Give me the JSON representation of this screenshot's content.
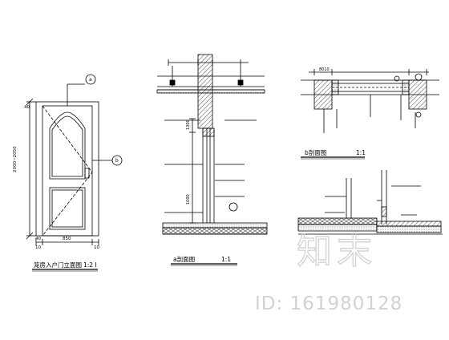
{
  "drawing": {
    "door_elevation": {
      "title": "笼房入户门立面图",
      "scale": "1:2 I",
      "dim_height": "2000~2050",
      "dim_width": "850",
      "dim_left": "40",
      "dim_left_bottom": "10",
      "dim_right_bottom": "10",
      "dim_frame": "40",
      "callout_a": "a",
      "callout_b": "b"
    },
    "section_a": {
      "title": "a剖面图",
      "scale": "1:1",
      "dim_upper": "1300",
      "dim_lower": "1000"
    },
    "section_b": {
      "title": "b剖面图",
      "scale": "1:1",
      "dim_top": "8010"
    },
    "detail": {}
  },
  "watermark": {
    "logo": "知末",
    "id_text": "ID: 161980128"
  },
  "colors": {
    "line": "#000000",
    "watermark": "#cccccc",
    "hatch": "#444444"
  }
}
